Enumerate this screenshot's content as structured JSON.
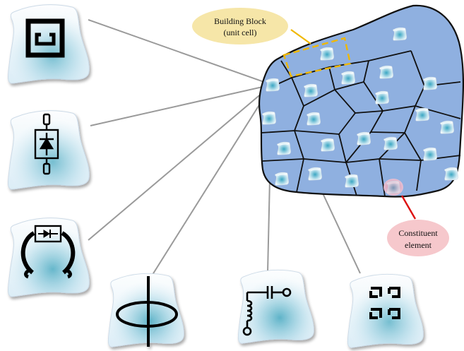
{
  "diagram": {
    "callouts": {
      "building_block": {
        "line1": "Building Block",
        "line2": "(unit cell)"
      },
      "constituent": {
        "line1": "Constituent",
        "line2": "element"
      }
    },
    "colors": {
      "metasurface_fill": "#8fb0e0",
      "cell_stroke": "#111111",
      "connector": "#9a9a9a",
      "building_block_bubble": "#f6e6a8",
      "building_block_border": "#f0b800",
      "constituent_bubble": "#f6c8cc",
      "constituent_pointer": "#dd1111",
      "tile_glow": "#2a9bb5"
    },
    "element_tiles": [
      {
        "name": "split-ring-resonator",
        "icon": "split-ring-icon"
      },
      {
        "name": "diode-element",
        "icon": "diode-icon"
      },
      {
        "name": "diode-loaded-ring",
        "icon": "diode-ring-icon"
      },
      {
        "name": "loop-wire",
        "icon": "loop-wire-icon"
      },
      {
        "name": "inductor-capacitor-circuit",
        "icon": "lc-circuit-icon"
      },
      {
        "name": "square-rings-array",
        "icon": "square-rings-icon"
      }
    ]
  }
}
